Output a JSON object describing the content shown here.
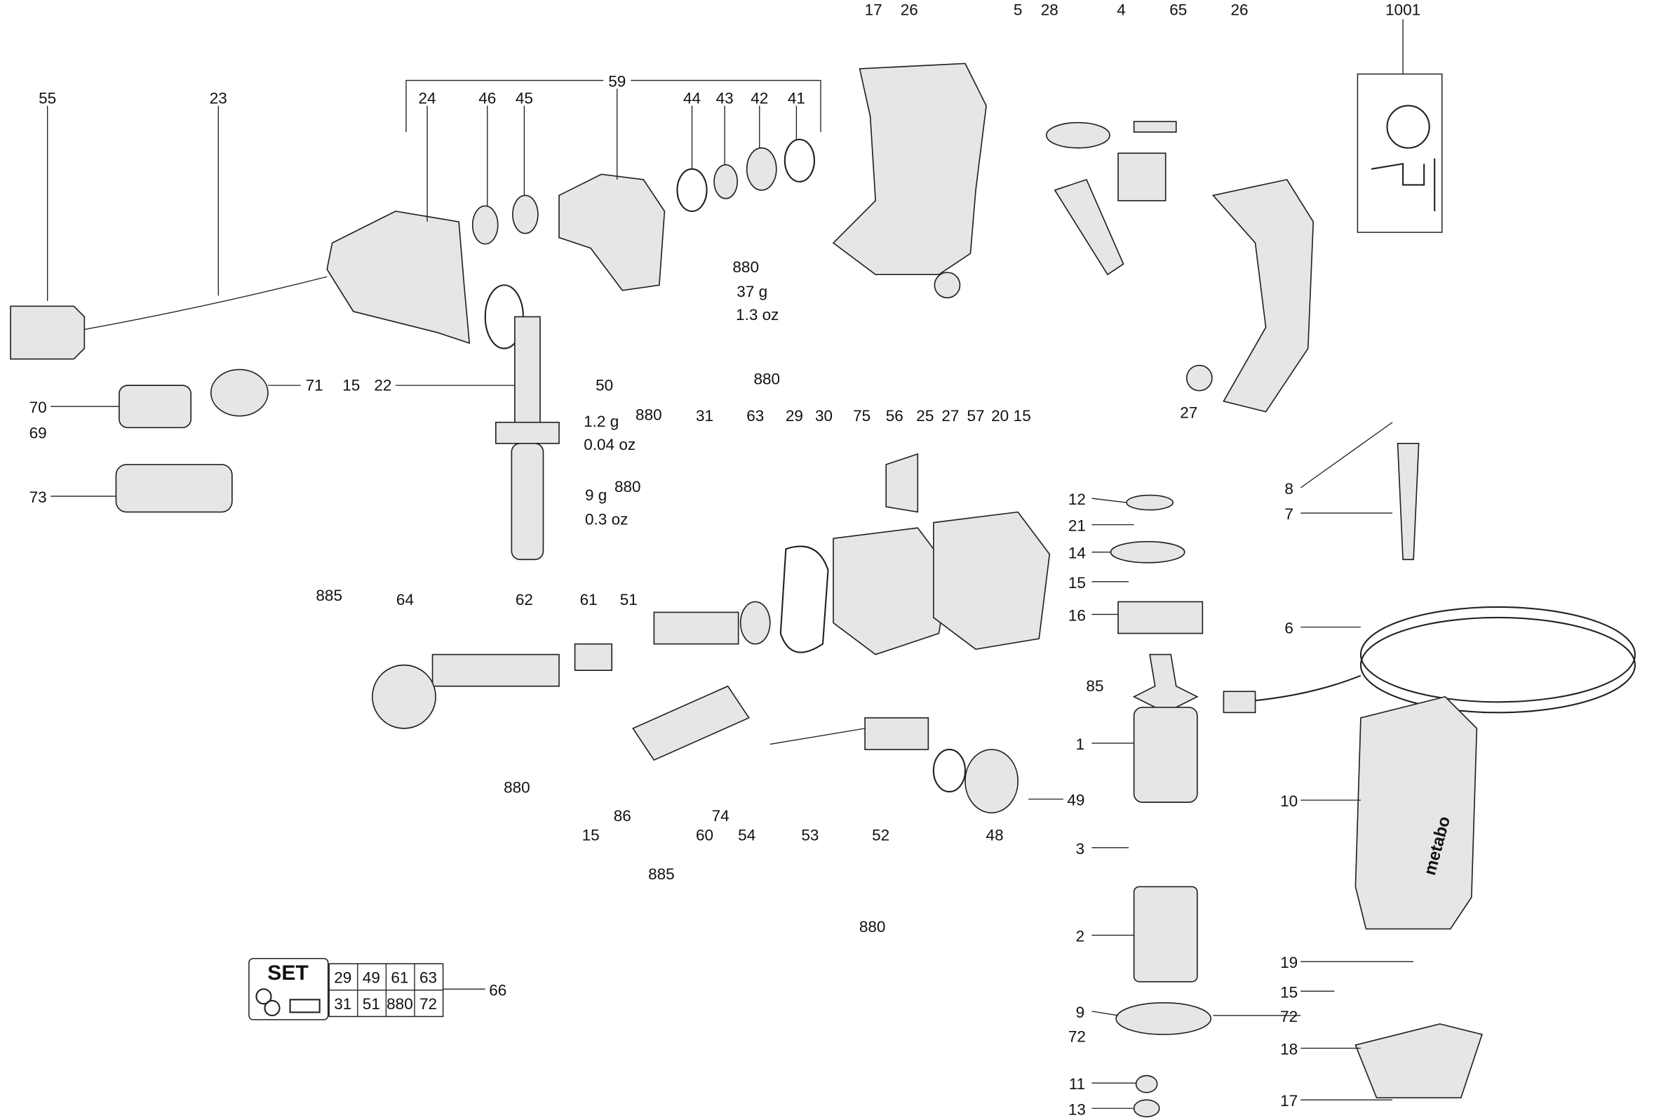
{
  "title": "Exploded parts diagram - rotary hammer",
  "callouts": [
    "17",
    "26",
    "5",
    "28",
    "4",
    "65",
    "26",
    "1001",
    "55",
    "23",
    "24",
    "46",
    "45",
    "59",
    "44",
    "43",
    "42",
    "41",
    "15",
    "22",
    "50",
    "71",
    "70",
    "69",
    "73",
    "31",
    "63",
    "29",
    "30",
    "75",
    "56",
    "25",
    "27",
    "57",
    "20",
    "15",
    "27",
    "8",
    "7",
    "12",
    "21",
    "14",
    "15",
    "16",
    "6",
    "885",
    "64",
    "62",
    "61",
    "51",
    "85",
    "1",
    "15",
    "86",
    "60",
    "74",
    "54",
    "53",
    "52",
    "48",
    "49",
    "10",
    "3",
    "885",
    "880",
    "2",
    "19",
    "15",
    "66",
    "9",
    "72",
    "72",
    "18",
    "11",
    "13",
    "17",
    "880",
    "880",
    "880",
    "880",
    "880"
  ],
  "weights": {
    "w37": "37 g",
    "w37oz": "1.3 oz",
    "w12": "1.2 g",
    "w12oz": "0.04 oz",
    "w9": "9 g",
    "w9oz": "0.3 oz"
  },
  "set_table": {
    "badge": "SET",
    "row1": [
      "29",
      "49",
      "61",
      "63"
    ],
    "row2": [
      "31",
      "51",
      "880",
      "72"
    ],
    "ref": "66"
  },
  "brand_on_housing": "metabo"
}
